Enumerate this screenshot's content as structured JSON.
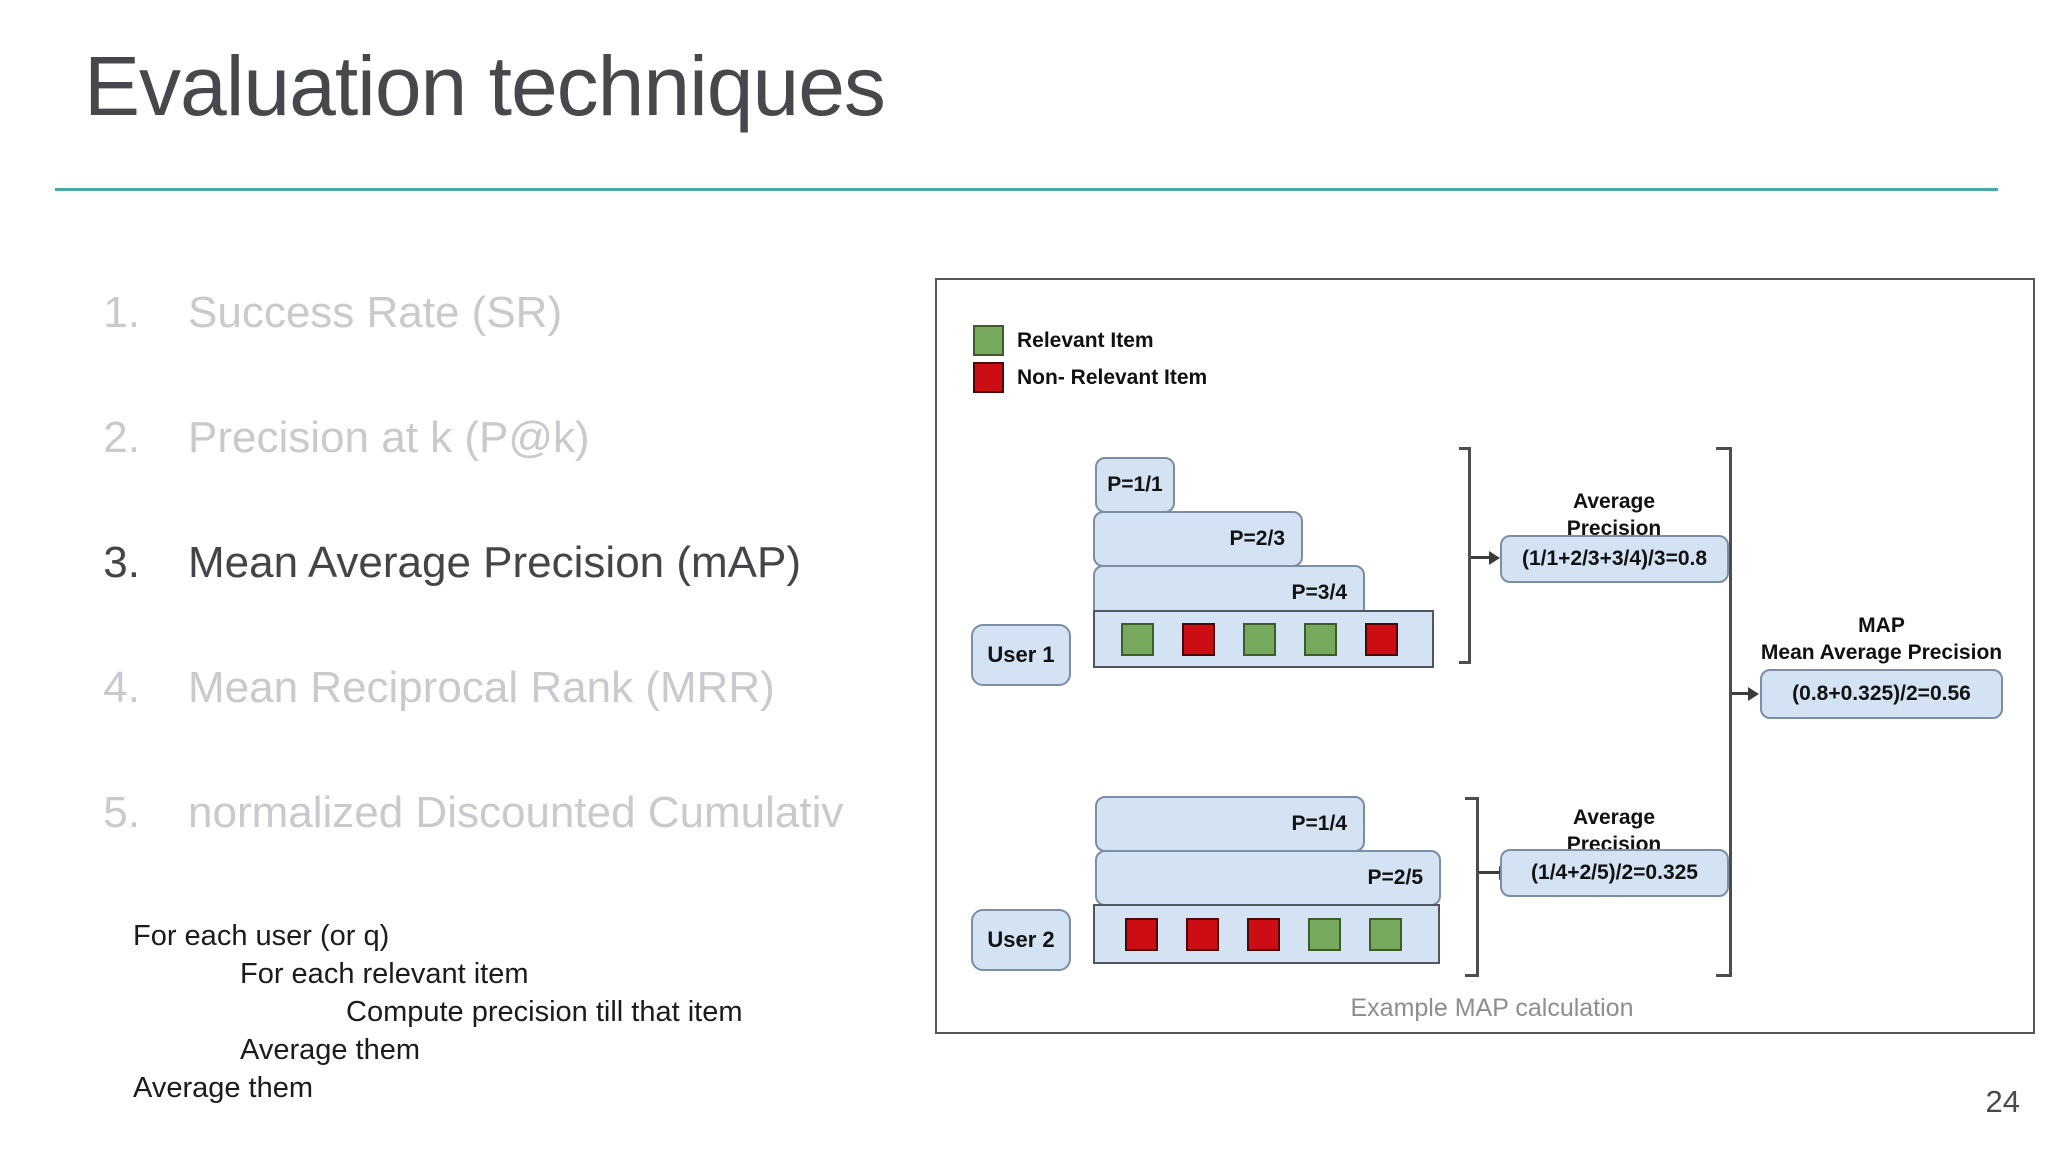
{
  "slide": {
    "title": "Evaluation techniques",
    "page_number": "24",
    "accent_color": "#49a8a8"
  },
  "list": {
    "items": [
      {
        "number": "1.",
        "label": "Success Rate (SR)",
        "active": false
      },
      {
        "number": "2.",
        "label": "Precision at k (P@k)",
        "active": false
      },
      {
        "number": "3.",
        "label": "Mean Average Precision (mAP)",
        "active": true
      },
      {
        "number": "4.",
        "label": "Mean Reciprocal Rank (MRR)",
        "active": false
      },
      {
        "number": "5.",
        "label": "normalized Discounted Cumulativ",
        "active": false
      }
    ]
  },
  "pseudocode": {
    "lines": [
      {
        "indent": 0,
        "text": "For each user (or q)"
      },
      {
        "indent": 1,
        "text": "For each relevant item"
      },
      {
        "indent": 2,
        "text": "Compute precision till that item"
      },
      {
        "indent": 1,
        "text": "Average them"
      },
      {
        "indent": 0,
        "text": "Average them"
      }
    ]
  },
  "diagram": {
    "legend": {
      "relevant_label": "Relevant Item",
      "non_relevant_label": "Non- Relevant Item",
      "relevant_color": "#76a85e",
      "non_relevant_color": "#cc0d14"
    },
    "user1": {
      "label": "User 1",
      "p_boxes": [
        "P=1/1",
        "P=2/3",
        "P=3/4"
      ],
      "items": [
        "relevant",
        "non-relevant",
        "relevant",
        "relevant",
        "non-relevant"
      ],
      "avg_label_line1": "Average",
      "avg_label_line2": "Precision",
      "avg_formula": "(1/1+2/3+3/4)/3=0.8"
    },
    "user2": {
      "label": "User 2",
      "p_boxes": [
        "P=1/4",
        "P=2/5"
      ],
      "items": [
        "non-relevant",
        "non-relevant",
        "non-relevant",
        "relevant",
        "relevant"
      ],
      "avg_label_line1": "Average",
      "avg_label_line2": "Precision",
      "avg_formula": "(1/4+2/5)/2=0.325"
    },
    "map": {
      "label_line1": "MAP",
      "label_line2": "Mean Average Precision",
      "formula": "(0.8+0.325)/2=0.56"
    },
    "caption": "Example MAP calculation",
    "box_fill": "#d3e3f3"
  }
}
